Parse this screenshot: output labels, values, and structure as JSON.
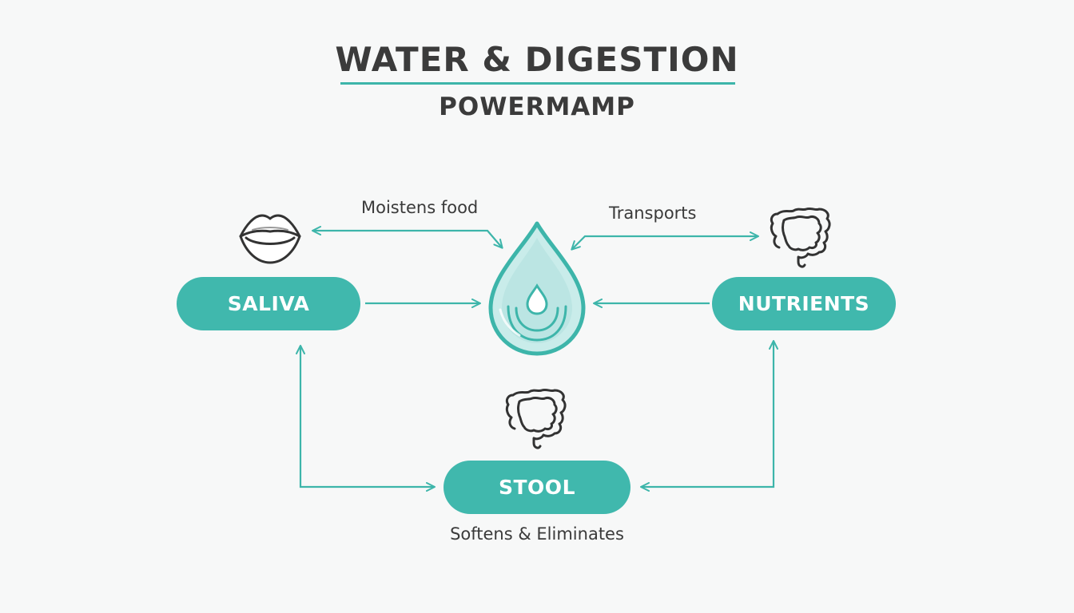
{
  "header": {
    "title": "WATER & DIGESTION",
    "subtitle": "POWERMAMP"
  },
  "nodes": {
    "saliva": {
      "label": "SALIVA",
      "icon": "lips-icon"
    },
    "nutrients": {
      "label": "NUTRIENTS",
      "icon": "intestine-icon"
    },
    "stool": {
      "label": "STOOL",
      "icon": "intestine-icon"
    },
    "center": {
      "icon": "water-drop-icon"
    }
  },
  "edge_labels": {
    "moistens": "Moistens food",
    "transports": "Transports",
    "softens": "Softens & Eliminates"
  },
  "colors": {
    "accent": "#40b8ad",
    "arrow": "#3db5aa",
    "text": "#3a3a3a",
    "background": "#f7f8f8"
  }
}
